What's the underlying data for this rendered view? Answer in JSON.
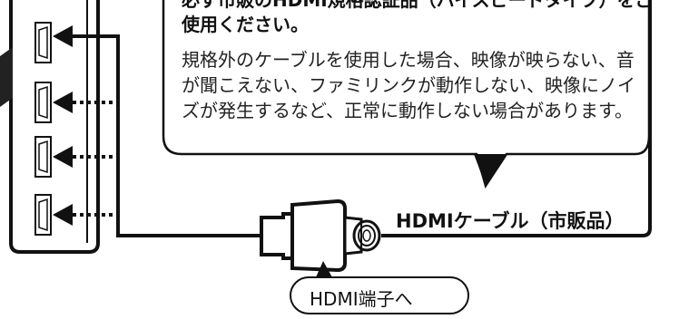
{
  "callout": {
    "title": "必ず市販のHDMI規格認証品（ハイスピードタイプ）をご使用ください。",
    "body": "規格外のケーブルを使用した場合、映像が映らない、音が聞こえない、ファミリンクが動作しない、映像にノイズが発生するなど、正常に動作しない場合があります。"
  },
  "cable_label": "HDMIケーブル（市販品）",
  "terminal_label": "HDMI端子へ",
  "ports": [
    {
      "connected": true
    },
    {
      "connected": false
    },
    {
      "connected": false
    },
    {
      "connected": false
    }
  ]
}
